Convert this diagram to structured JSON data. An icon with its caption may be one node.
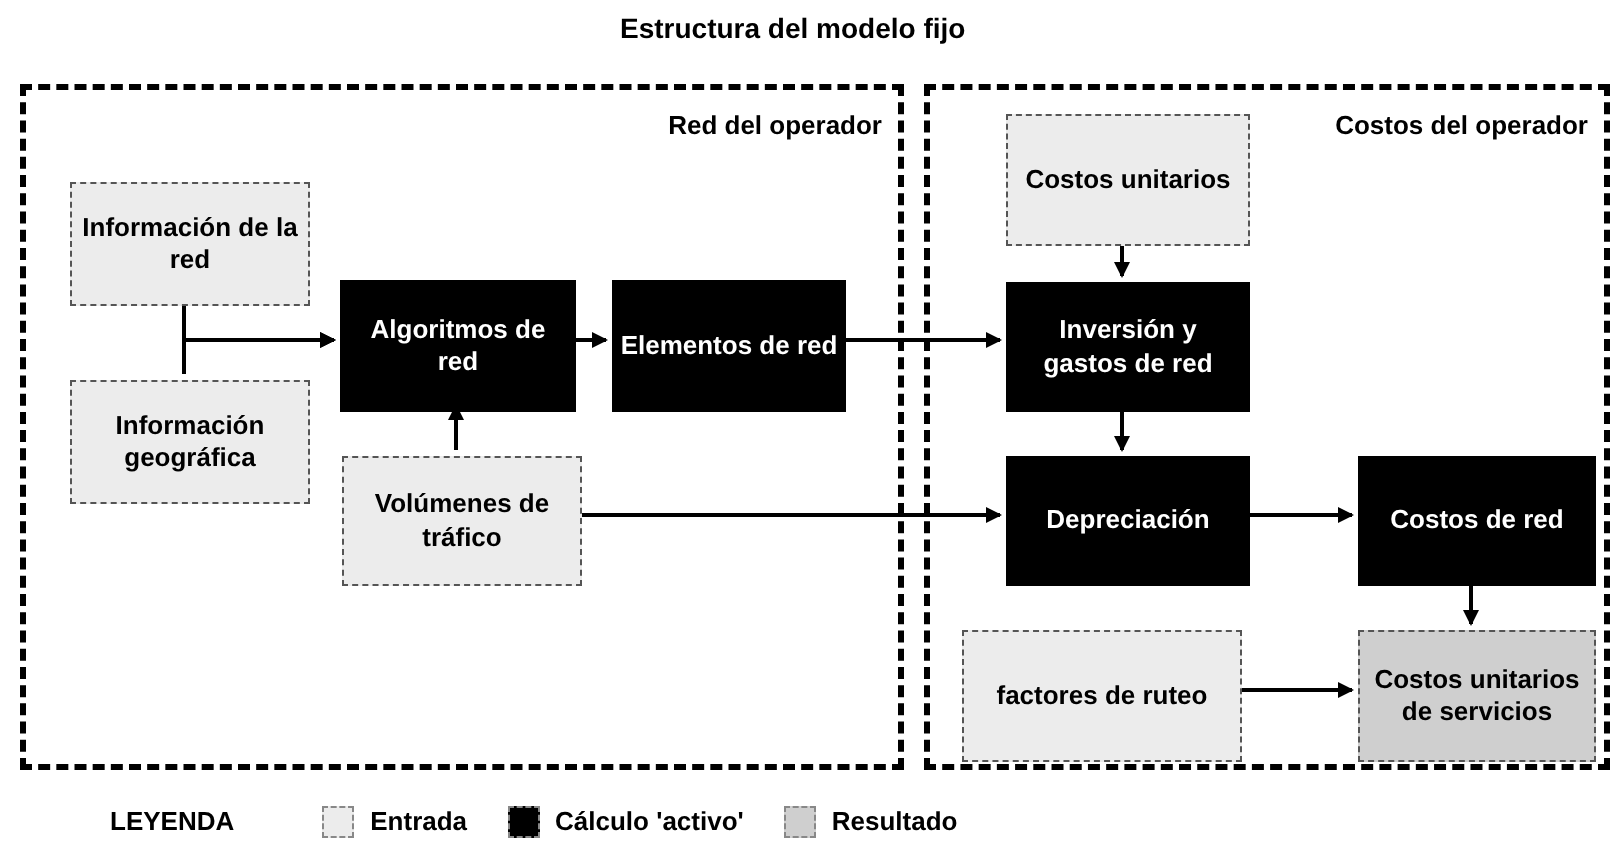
{
  "diagram": {
    "title": "Estructura del modelo fijo",
    "nodes": [
      {
        "text": [
          "Red del operador"
        ]
      },
      {
        "text": [
          "Información de la red"
        ],
        "in": 0
      },
      {
        "text": [
          "Información geográfica"
        ],
        "in": 0
      },
      {
        "text": [
          "Algoritmos de red"
        ],
        "in": 0
      },
      {
        "text": [
          "Elementos de red"
        ],
        "in": 0
      },
      {
        "text": [
          "Volúmenes de tráfico"
        ],
        "in": 0
      },
      {
        "text": [
          "Costos del operador"
        ]
      },
      {
        "text": [
          "Costos unitarios"
        ],
        "in": 6
      },
      {
        "text": [
          "Inversión y gastos de red"
        ],
        "in": 6
      },
      {
        "text": [
          "Depreciación"
        ],
        "in": 6
      },
      {
        "text": [
          "Costos de red"
        ],
        "in": 6
      },
      {
        "text": [
          "factores de ruteo"
        ],
        "in": 6
      },
      {
        "text": [
          "Costos unitarios de servicios"
        ],
        "in": 6
      }
    ],
    "edges": [
      {
        "from": 1,
        "to": 3,
        "arrow": "to"
      },
      {
        "from": 2,
        "to": 3,
        "arrow": "to"
      },
      {
        "from": 5,
        "to": 3,
        "arrow": "to"
      },
      {
        "from": 3,
        "to": 4,
        "arrow": "to"
      },
      {
        "from": 4,
        "to": 8,
        "arrow": "to"
      },
      {
        "from": 7,
        "to": 8,
        "arrow": "to"
      },
      {
        "from": 8,
        "to": 9,
        "arrow": "to"
      },
      {
        "from": 5,
        "to": 9,
        "arrow": "to"
      },
      {
        "from": 9,
        "to": 10,
        "arrow": "to"
      },
      {
        "from": 10,
        "to": 12,
        "arrow": "to"
      },
      {
        "from": 11,
        "to": 12,
        "arrow": "to"
      }
    ],
    "labels": [
      "LEYENDA"
    ],
    "legend": [
      {
        "text": "Entrada",
        "color": "#ececec"
      },
      {
        "text": "Cálculo 'activo'",
        "color": "#000000"
      },
      {
        "text": "Resultado",
        "color": "#cfcfcf"
      }
    ]
  }
}
